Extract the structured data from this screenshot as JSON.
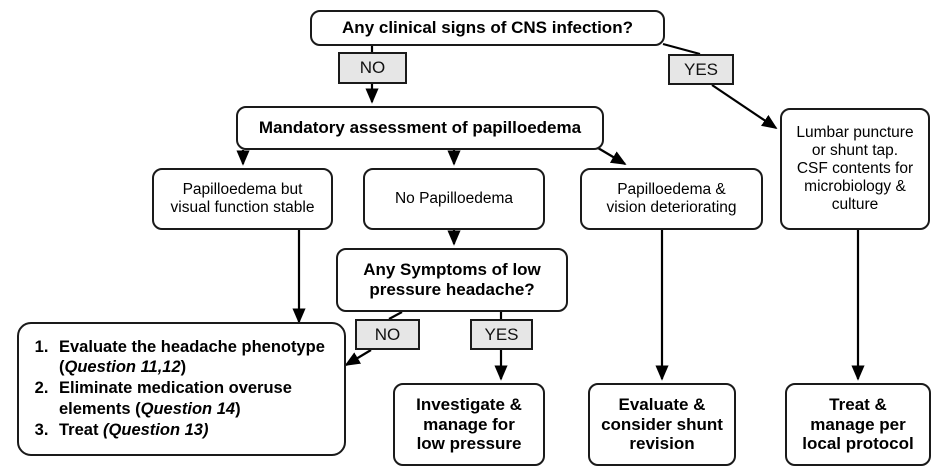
{
  "diagram": {
    "title": "CNS infection / papilloedema clinical decision flowchart",
    "colors": {
      "node_fill": "#ffffff",
      "node_border": "#1a1a1a",
      "badge_fill": "#e6e6e6",
      "edge": "#000000",
      "text": "#000000"
    },
    "nodes": {
      "cns_question": "Any clinical signs of CNS infection?",
      "mandatory_assessment": "Mandatory assessment of papilloedema",
      "lumbar_puncture": "Lumbar puncture\nor shunt tap.\nCSF contents for\nmicrobiology &\nculture",
      "papilloedema_stable": "Papilloedema but\nvisual function stable",
      "no_papilloedema": "No Papilloedema",
      "papilloedema_deteriorating": "Papilloedema &\nvision deteriorating",
      "low_pressure_question": "Any Symptoms of low\npressure headache?",
      "investigate_low_pressure": "Investigate &\nmanage for\nlow pressure",
      "evaluate_shunt": "Evaluate &\nconsider shunt\nrevision",
      "treat_local_protocol": "Treat &\nmanage per\nlocal protocol"
    },
    "badges": {
      "cns_no": "NO",
      "cns_yes": "YES",
      "low_pressure_no": "NO",
      "low_pressure_yes": "YES"
    },
    "headache_steps": [
      {
        "number": "1.",
        "text_before": "Evaluate the headache phenotype (",
        "emphasis": "Question 11,12",
        "text_after": ")"
      },
      {
        "number": "2.",
        "text_before": "Eliminate medication overuse elements (",
        "emphasis": "Question 14",
        "text_after": ")"
      },
      {
        "number": "3.",
        "text_before": "Treat ",
        "emphasis": "(Question 13)",
        "text_after": ""
      }
    ]
  }
}
